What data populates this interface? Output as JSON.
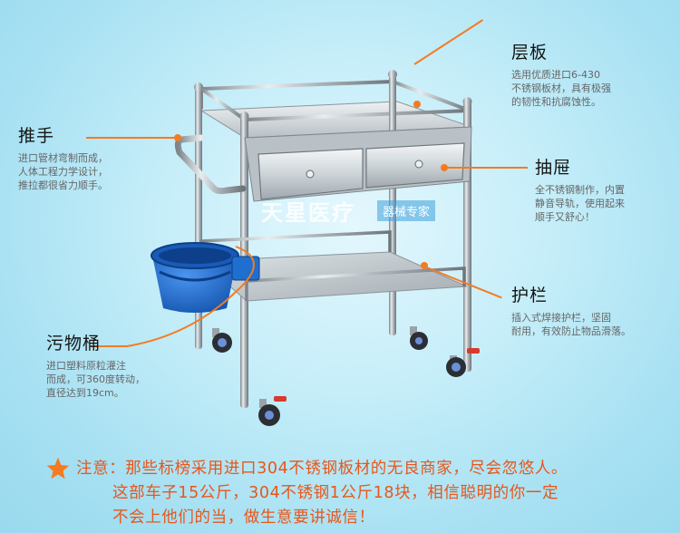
{
  "features": {
    "shelf": {
      "title": "层板",
      "desc": [
        "选用优质进口6-430",
        "不锈钢板材，具有极强",
        "的韧性和抗腐蚀性。"
      ]
    },
    "handle": {
      "title": "推手",
      "desc": [
        "进口管材弯制而成，",
        "人体工程力学设计，",
        "推拉都很省力顺手。"
      ]
    },
    "drawer": {
      "title": "抽屉",
      "desc": [
        "全不锈钢制作，内置",
        "静音导轨，使用起来",
        "顺手又舒心！"
      ]
    },
    "rail": {
      "title": "护栏",
      "desc": [
        "插入式焊接护栏，坚固",
        "耐用，有效防止物品滑落。"
      ]
    },
    "bucket": {
      "title": "污物桶",
      "desc": [
        "进口塑料原粒灌注",
        "而成，可360度转动，",
        "直径达到19cm。"
      ]
    }
  },
  "watermark": {
    "main": "天星医疗",
    "sub": "器械专家"
  },
  "note": {
    "line1": "注意：那些标榜采用进口304不锈钢板材的无良商家，尽会忽悠人。",
    "line2": "这部车子15公斤，304不锈钢1公斤18块，相信聪明的你一定",
    "line3": "不会上他们的当，做生意要讲诚信！"
  },
  "colors": {
    "accent": "#f47b20",
    "note": "#e8561b",
    "background": "#aee4f4",
    "bucket": "#1f6fd0"
  },
  "icons": {
    "note_marker": "star-icon"
  }
}
